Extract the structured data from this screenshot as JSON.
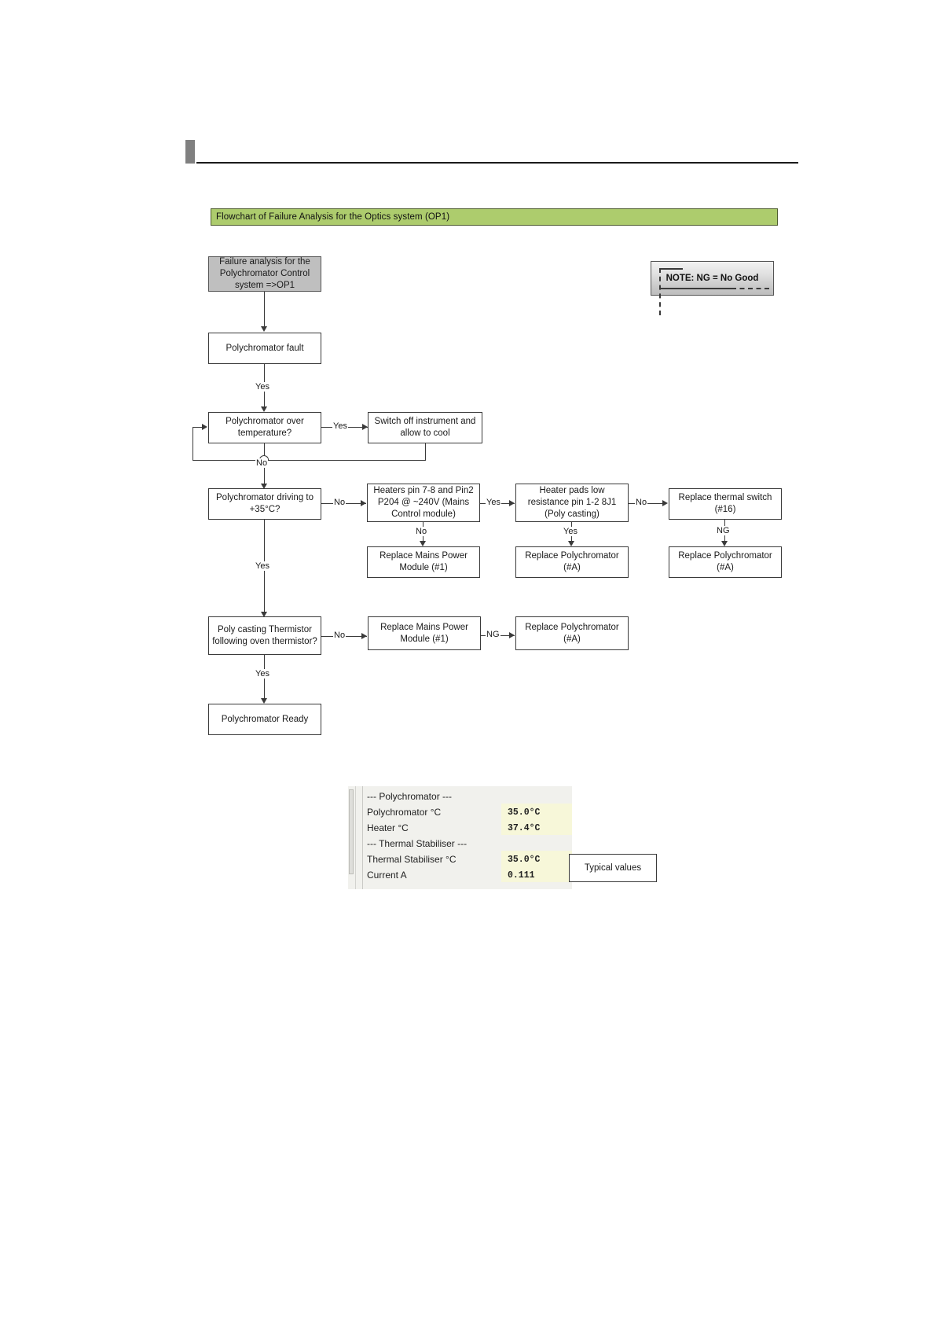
{
  "document": {
    "banner_title": "Flowchart of Failure Analysis for the Optics system (OP1)",
    "note": "NOTE: NG = No Good"
  },
  "flowchart": {
    "nodes": {
      "start": "Failure analysis for the Polychromator Control system =>OP1",
      "fault": "Polychromator fault",
      "over_temp": "Polychromator over temperature?",
      "switch_off": "Switch off instrument and allow to cool",
      "driving_35": "Polychromator driving to +35°C?",
      "heaters_pin": "Heaters pin 7-8 and Pin2 P204 @ ~240V (Mains Control module)",
      "heater_pads": "Heater pads low resistance pin 1-2 8J1 (Poly casting)",
      "replace_thermal_switch": "Replace thermal switch (#16)",
      "replace_mains_1": "Replace Mains Power Module (#1)",
      "replace_poly_1": "Replace Polychromator (#A)",
      "replace_poly_2": "Replace Polychromator (#A)",
      "poly_thermistor": "Poly casting Thermistor following oven thermistor?",
      "replace_mains_2": "Replace Mains Power Module (#1)",
      "replace_poly_3": "Replace Polychromator (#A)",
      "ready": "Polychromator Ready"
    },
    "edge_labels": {
      "fault_yes": "Yes",
      "overtemp_yes": "Yes",
      "overtemp_no": "No",
      "driving_no": "No",
      "driving_yes": "Yes",
      "heaters_yes": "Yes",
      "heaters_no": "No",
      "pads_no": "No",
      "pads_yes": "Yes",
      "switch_ng": "NG",
      "thermistor_no": "No",
      "thermistor_ng": "NG",
      "thermistor_yes": "Yes"
    }
  },
  "screenshot": {
    "caption": "Typical values",
    "rows": [
      {
        "label": "--- Polychromator ---",
        "value": ""
      },
      {
        "label": "Polychromator °C",
        "value": "35.0°C"
      },
      {
        "label": "Heater °C",
        "value": "37.4°C"
      },
      {
        "label": "--- Thermal Stabiliser ---",
        "value": ""
      },
      {
        "label": "Thermal Stabiliser °C",
        "value": "35.0°C"
      },
      {
        "label": "Current A",
        "value": "0.111"
      }
    ]
  },
  "colors": {
    "banner": "#adcc6d",
    "node_fill": "#bfbfbf",
    "stroke": "#3a3a3a",
    "value_highlight": "#f7f7d9"
  }
}
